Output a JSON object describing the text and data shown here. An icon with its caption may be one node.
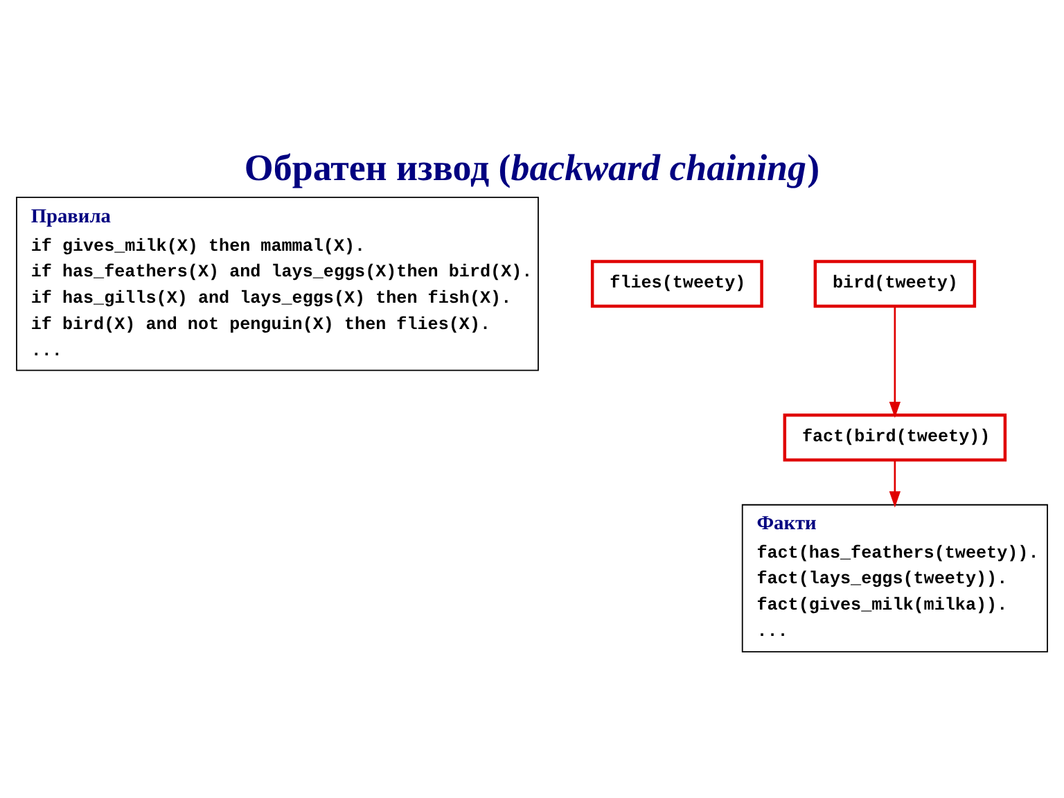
{
  "diagram": {
    "title": "Обратен извод (*backward chaining*)",
    "nodes": [
      {
        "text": [
          "Правила",
          "if gives_milk(X) then mammal(X).",
          "if has_feathers(X) and lays_eggs(X)then bird(X).",
          "if has_gills(X) and lays_eggs(X) then fish(X).",
          "if bird(X) and not penguin(X) then flies(X).",
          "..."
        ]
      },
      {
        "text": [
          "flies(tweety)"
        ]
      },
      {
        "text": [
          "bird(tweety)"
        ]
      },
      {
        "text": [
          "fact(bird(tweety))"
        ]
      },
      {
        "text": [
          "Факти",
          "fact(has_feathers(tweety)).",
          "fact(lays_eggs(tweety)).",
          "fact(gives_milk(milka)).",
          "..."
        ]
      }
    ],
    "edges": [
      {
        "from": 2,
        "to": 3,
        "arrow": "to",
        "color": "#e00000"
      },
      {
        "from": 3,
        "to": 4,
        "arrow": "to",
        "color": "#e00000"
      }
    ]
  }
}
